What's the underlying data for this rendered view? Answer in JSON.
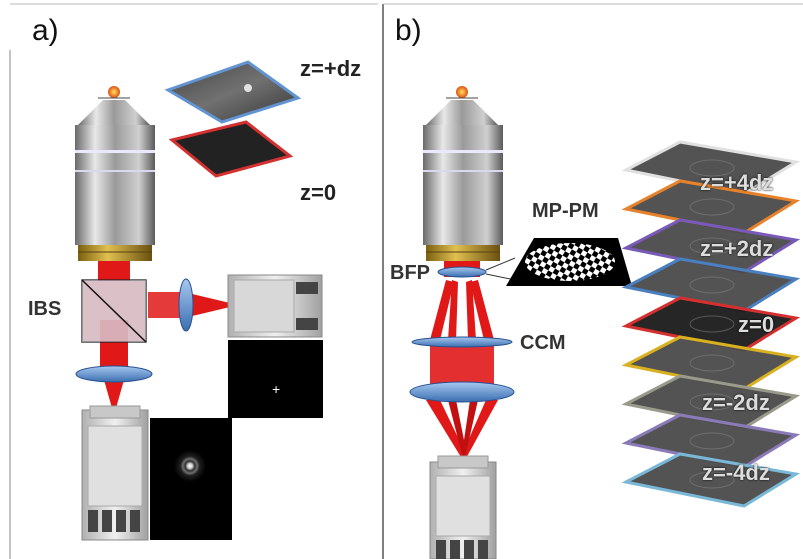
{
  "panel_a": {
    "label": "a)",
    "ibs_label": "IBS",
    "z_top_label": "z=+dz",
    "z_bottom_label": "z=0"
  },
  "panel_b": {
    "label": "b)",
    "bfp_label": "BFP",
    "mppm_label": "MP-PM",
    "ccm_label": "CCM",
    "z_labels": [
      "z=+4dz",
      "z=+2dz",
      "z=0",
      "z=-2dz",
      "z=-4dz"
    ],
    "stack_border_colors": [
      "#e0e0e0",
      "#e8822a",
      "#7a5ab8",
      "#4a7fc0",
      "#d43030",
      "#d8b020",
      "#9a9a8a",
      "#8a7ab8",
      "#7ab8d8"
    ]
  },
  "colors": {
    "beam": "#e01818",
    "lens": "#5a8fd0",
    "brass": "#c0a030"
  }
}
